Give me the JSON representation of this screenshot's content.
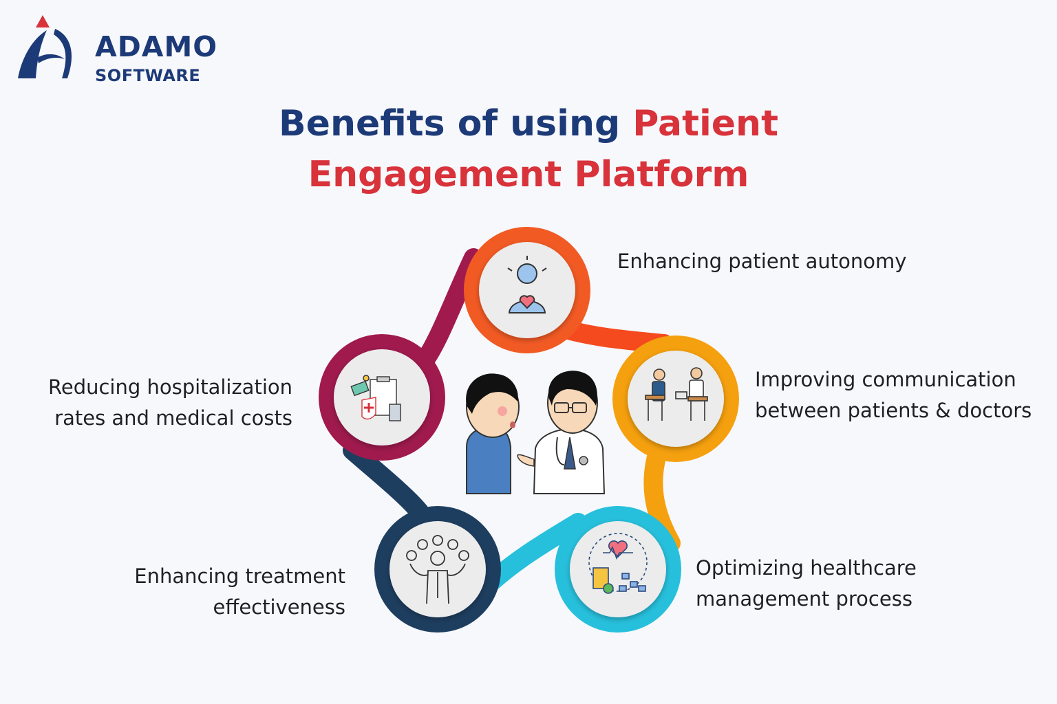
{
  "brand": {
    "name": "ADAMO",
    "sub": "SOFTWARE",
    "primary_color": "#1d3a78",
    "accent_color": "#d8323a"
  },
  "title": {
    "part1": "Benefits of using ",
    "part2": "Patient",
    "part3": "Engagement Platform"
  },
  "benefits": [
    {
      "line1": "Enhancing patient autonomy",
      "line2": "",
      "color": "#f25a24",
      "icon": "patient-heart-icon"
    },
    {
      "line1": "Improving communication",
      "line2": "between patients & doctors",
      "color": "#f5a00e",
      "icon": "consultation-icon"
    },
    {
      "line1": "Optimizing healthcare",
      "line2": "management process",
      "color": "#27c0dc",
      "icon": "healthcare-process-icon"
    },
    {
      "line1": "Enhancing treatment",
      "line2": "effectiveness",
      "color": "#1e3e60",
      "icon": "treatment-juggle-icon"
    },
    {
      "line1": "Reducing hospitalization",
      "line2": "rates and medical costs",
      "color": "#a01a4e",
      "icon": "medical-costs-icon"
    }
  ],
  "center_illustration": "patient-doctor-illustration"
}
